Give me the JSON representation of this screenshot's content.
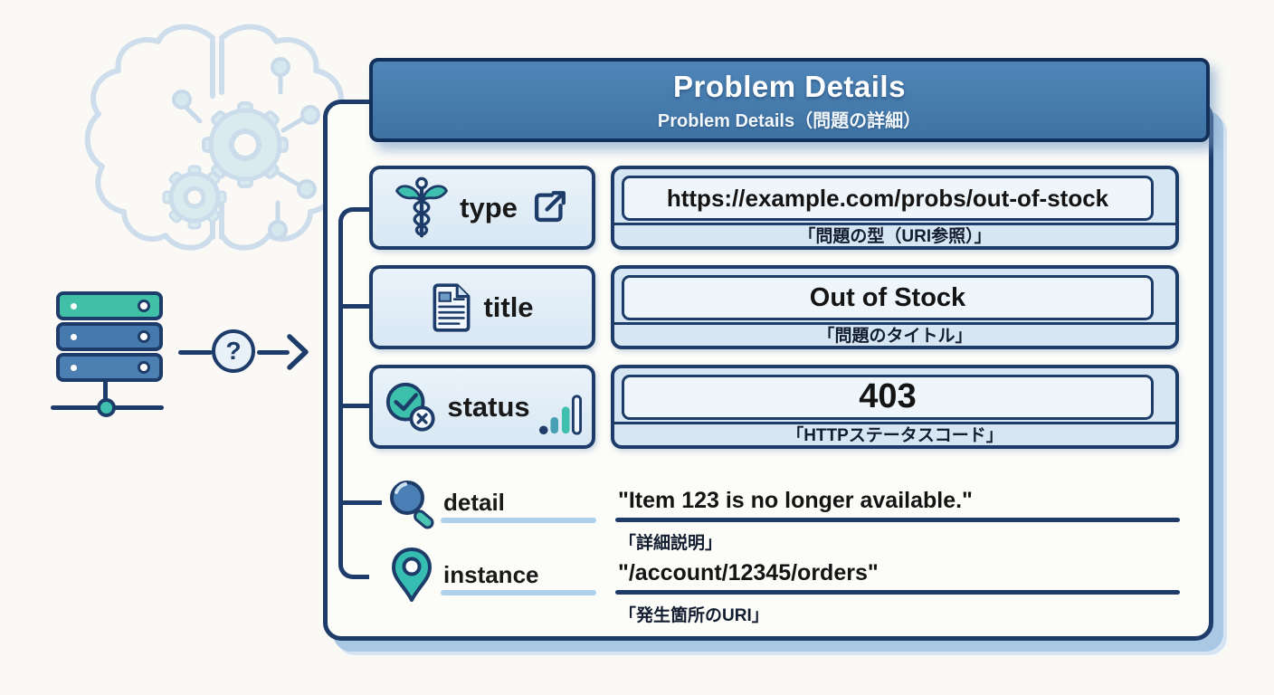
{
  "header": {
    "title": "Problem Details",
    "subtitle": "Problem Details（問題の詳細）"
  },
  "connector": {
    "question_mark": "?"
  },
  "fields": [
    {
      "label": "type",
      "value": "https://example.com/probs/out-of-stock",
      "caption": "「問題の型（URI参照）」"
    },
    {
      "label": "title",
      "value": "Out of Stock",
      "caption": "「問題のタイトル」"
    },
    {
      "label": "status",
      "value": "403",
      "caption": "「HTTPステータスコード」"
    },
    {
      "label": "detail",
      "value": "\"Item 123 is no longer available.\"",
      "caption": "「詳細説明」"
    },
    {
      "label": "instance",
      "value": "\"/account/12345/orders\"",
      "caption": "「発生箇所のURI」"
    }
  ],
  "icons": {
    "type": "caduceus-icon",
    "type_link": "external-link-icon",
    "title": "document-icon",
    "status": "check-circle-x-icon",
    "status_suffix": "signal-bars-icon",
    "detail": "magnifier-icon",
    "instance": "map-pin-icon",
    "left_side": [
      "brain-gears-watermark",
      "server-stack-icon",
      "question-circle-icon",
      "arrow-right-icon"
    ]
  },
  "colors": {
    "canvas_bg": "#faf9f5",
    "navy": "#1d3c69",
    "header_blue": "#467bad",
    "panel_bg": "#fcfcf9",
    "box_light_blue": "#d7e6f3",
    "box_lighter_blue": "#eef5fb",
    "teal": "#3fbfae",
    "mid_blue": "#4679ae",
    "shadow_blue": "#a9c8e3",
    "underline_light": "#aed0ea",
    "watermark_blue": "#c9dbea"
  }
}
